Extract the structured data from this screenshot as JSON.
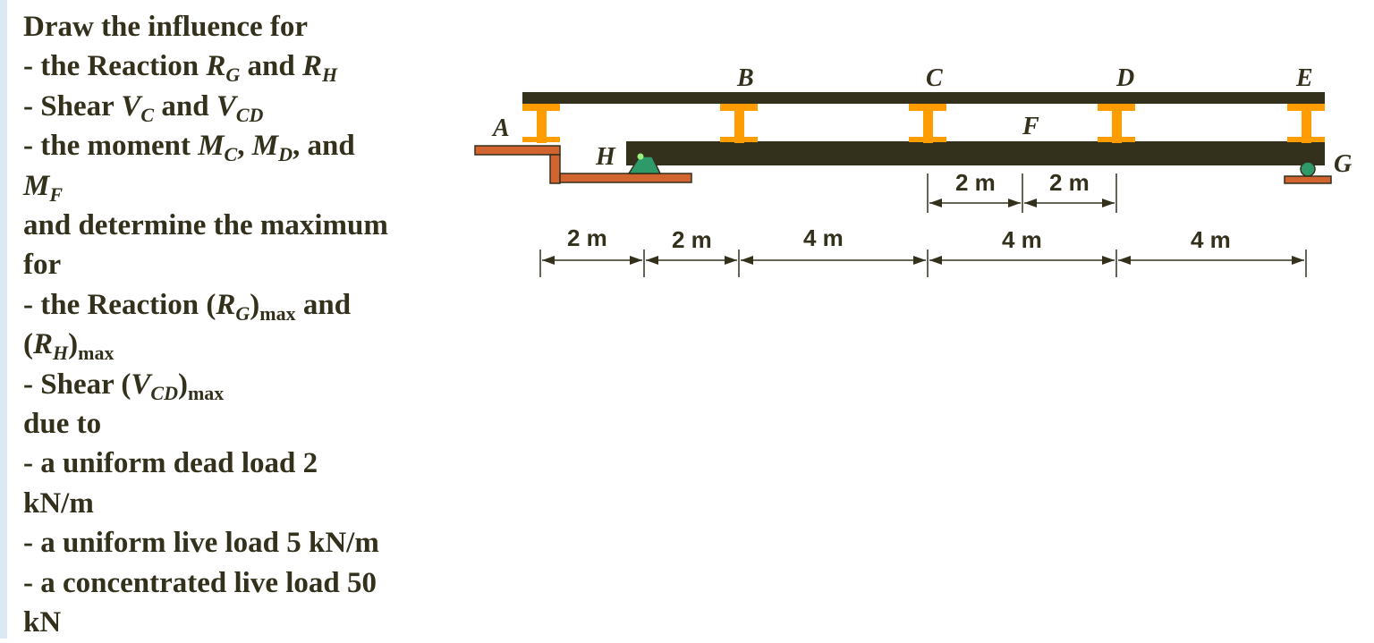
{
  "problem": {
    "lines": [
      "Draw the influence for",
      "- the Reaction ",
      " and ",
      "- Shear ",
      " and ",
      "- the moment ",
      ", ",
      ", and",
      "and determine the maximum",
      "for",
      "- the Reaction (",
      ")",
      " and",
      "(",
      ")",
      "- Shear (",
      ")",
      "due to",
      "- a uniform dead load 2",
      "kN/m",
      "- a uniform live load 5 kN/m",
      "- a concentrated live load 50",
      "kN"
    ],
    "symbols": {
      "R": "R",
      "V": "V",
      "M": "M",
      "G": "G",
      "H": "H",
      "C": "C",
      "CD": "CD",
      "D": "D",
      "F": "F",
      "max": "max"
    }
  },
  "diagram": {
    "point_labels": {
      "A": "A",
      "B": "B",
      "C": "C",
      "D": "D",
      "E": "E",
      "F": "F",
      "G": "G",
      "H": "H"
    },
    "dimensions_bottom": [
      "2 m",
      "2 m",
      "4 m",
      "4 m",
      "4 m"
    ],
    "dimensions_upper": [
      "2 m",
      "2 m"
    ],
    "colors": {
      "beam": "#33301c",
      "hanger": "#ff9d00",
      "support_base": "#d2642f",
      "support_pin": "#2e9a6a",
      "pin_dot": "#9af07a",
      "text": "#33301c",
      "left_edge": "#dce9f5"
    }
  }
}
